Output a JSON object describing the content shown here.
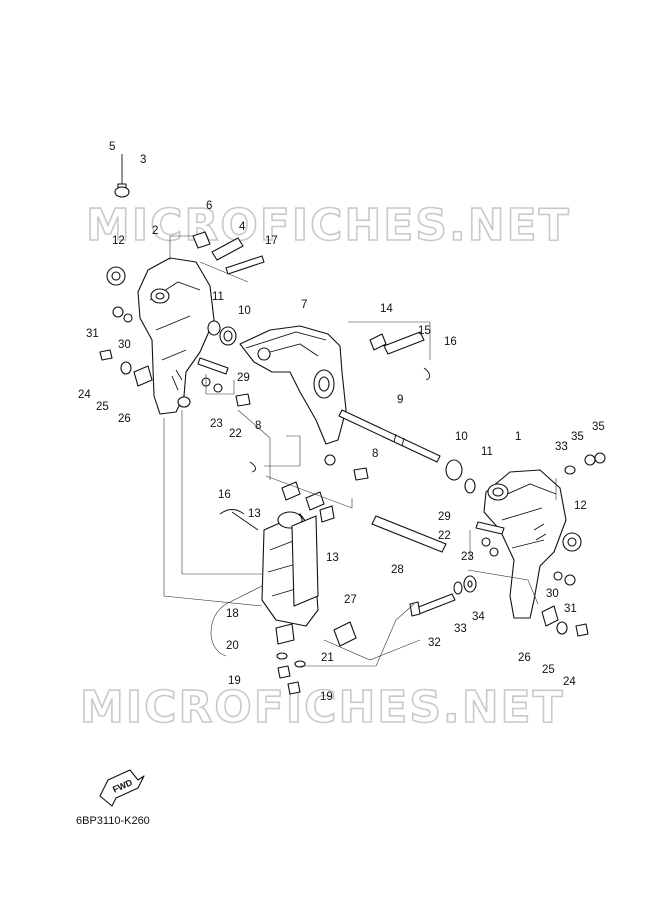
{
  "watermarks": [
    "MICROFICHES.NET",
    "MICROFICHES.NET"
  ],
  "fwd_label": "FWD",
  "diagram_code": "6BP3110-K260",
  "callouts": [
    "5",
    "3",
    "6",
    "4",
    "17",
    "12",
    "2",
    "11",
    "10",
    "7",
    "14",
    "15",
    "16",
    "31",
    "30",
    "24",
    "25",
    "26",
    "29",
    "23",
    "22",
    "8",
    "9",
    "10",
    "11",
    "1",
    "33",
    "35",
    "35",
    "12",
    "16",
    "13",
    "13",
    "8",
    "29",
    "22",
    "23",
    "28",
    "30",
    "31",
    "27",
    "32",
    "33",
    "34",
    "26",
    "25",
    "24",
    "18",
    "20",
    "21",
    "19",
    "19"
  ]
}
